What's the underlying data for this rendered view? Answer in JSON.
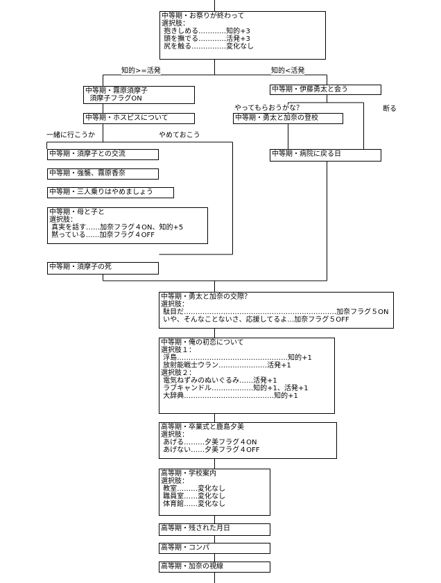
{
  "nodes": {
    "n1": {
      "lines": [
        "中等期・お祭りが終わって",
        "選択肢：",
        " 抱きしめる…………知的+3",
        " 頭を撫でる…………活発+3",
        " 尻を触る……………変化なし"
      ]
    },
    "n2": {
      "lines": [
        "中等期・霧原須摩子",
        "  須摩子フラグON"
      ]
    },
    "n3": {
      "lines": [
        "中等期・伊藤勇太と会う"
      ]
    },
    "n4": {
      "lines": [
        "中等期・ホスピスについて"
      ]
    },
    "n5": {
      "lines": [
        "中等期・勇太と加奈の登校"
      ]
    },
    "n6": {
      "lines": [
        "中等期・須摩子との交流"
      ]
    },
    "n7": {
      "lines": [
        "中等期・病院に戻る日"
      ]
    },
    "n8": {
      "lines": [
        "中等期・強襲、霧原香奈"
      ]
    },
    "n9": {
      "lines": [
        "中等期・三人乗りはやめましょう"
      ]
    },
    "n10": {
      "lines": [
        "中等期・母と子と",
        "選択肢：",
        " 真実を話す……加奈フラグ４ON、知的+5",
        " 黙っている……加奈フラグ４OFF"
      ]
    },
    "n11": {
      "lines": [
        "中等期・須摩子の死"
      ]
    },
    "n12": {
      "lines": [
        "中等期・勇太と加奈の交際？",
        "選択肢：",
        " 駄目だ…………………………………………………………加奈フラグ５ON",
        " いや、そんなことないさ、応援してるよ…加奈フラグ５OFF"
      ]
    },
    "n13": {
      "lines": [
        "中等期・俺の初恋について",
        "選択肢１：",
        " 浮島…………………………………………知的+1",
        " 放射能戦士ウラン…………………活発+1",
        "選択肢２：",
        " 電気ねずみのぬいぐるみ……活発+1",
        " ラブキャンドル………………知的+1、活発+1",
        " 大辞典…………………………………知的+1"
      ]
    },
    "n14": {
      "lines": [
        "高等期・卒業式と鹿島夕美",
        "選択肢：",
        " あげる………夕美フラグ４ON",
        " あげない……夕美フラグ４OFF"
      ]
    },
    "n15": {
      "lines": [
        "高等期・学校案内",
        "選択肢：",
        " 教室………変化なし",
        " 職員室……変化なし",
        " 体育館……変化なし"
      ]
    },
    "n16": {
      "lines": [
        "高等期・残された月日"
      ]
    },
    "n17": {
      "lines": [
        "高等期・コンパ"
      ]
    },
    "n18": {
      "lines": [
        "高等期・加奈の視線"
      ]
    }
  },
  "labels": {
    "chi_ge": "知的>=活発",
    "chi_lt": "知的<活発",
    "yatte": "やってもらおうかな？",
    "kotowaru": "断る",
    "issho": "一緒に行こうか",
    "yamete": "やめておこう"
  }
}
